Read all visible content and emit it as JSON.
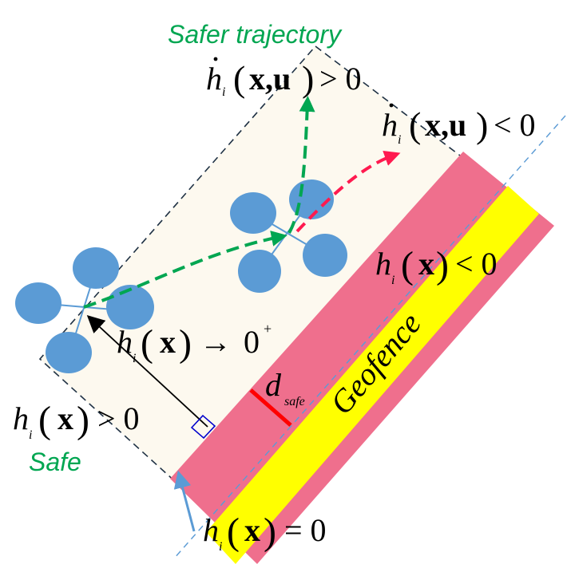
{
  "labels": {
    "safer_trajectory": "Safer trajectory",
    "safe": "Safe",
    "geofence": "Geofence"
  },
  "equations": {
    "hdot_positive": {
      "fn": "h",
      "sub": "i",
      "args": "x,u",
      "rhs": "> 0"
    },
    "hdot_negative": {
      "fn": "h",
      "sub": "i",
      "args": "x,u",
      "rhs": "< 0"
    },
    "h_negative": {
      "fn": "h",
      "sub": "i",
      "args": "x",
      "rhs": "< 0"
    },
    "h_approach": {
      "fn": "h",
      "sub": "i",
      "args": "x",
      "arrow": "→",
      "rhs": "0",
      "sup": "+"
    },
    "h_positive": {
      "fn": "h",
      "sub": "i",
      "args": "x",
      "rhs": "> 0"
    },
    "h_zero": {
      "fn": "h",
      "sub": "i",
      "args": "x",
      "rhs": "= 0"
    },
    "d_safe": {
      "sym": "d",
      "sub": "safe"
    }
  },
  "colors": {
    "safe_region_fill": "#fdf9ef",
    "pink_band": "#ef6f8d",
    "yellow_band": "#ffff00",
    "drone": "#5b9bd5",
    "green_path": "#00a651",
    "red_path": "#ff1a4f",
    "distance_marker": "#ff0000",
    "boundary_arrow": "#5b9bd5"
  }
}
